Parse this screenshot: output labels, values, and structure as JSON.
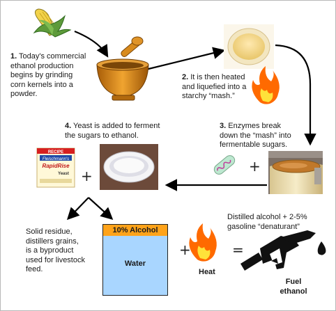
{
  "steps": [
    {
      "num": "1.",
      "text": "Today's commercial ethanol production begins by grinding corn kernels into a powder."
    },
    {
      "num": "2.",
      "text": "It is then heated and liquefied into a starchy “mash.”"
    },
    {
      "num": "3.",
      "text": "Enzymes break down the “mash” into fermentable sugars."
    },
    {
      "num": "4.",
      "text": "Yeast is added to ferment the sugars to ethanol."
    }
  ],
  "residue_text": "Solid residue, distillers grains, is a byproduct used for livestock feed.",
  "alcohol_label": "10% Alcohol",
  "water_label": "Water",
  "heat_label": "Heat",
  "distilled_text": "Distilled alcohol + 2-5% gasoline “denaturant”",
  "fuel_label": "Fuel ethanol",
  "yeast_package": {
    "banner": "RECIPE",
    "brand": "Fleischmann's",
    "product": "RapidRise",
    "sub": "Yeast"
  },
  "operators": {
    "plus": "+",
    "equals": "="
  },
  "colors": {
    "alcohol": "#ffa31a",
    "water": "#a9d6ff",
    "flame_outer": "#ff6a00",
    "flame_inner": "#ffe23a",
    "mortar": "#c87a14"
  }
}
